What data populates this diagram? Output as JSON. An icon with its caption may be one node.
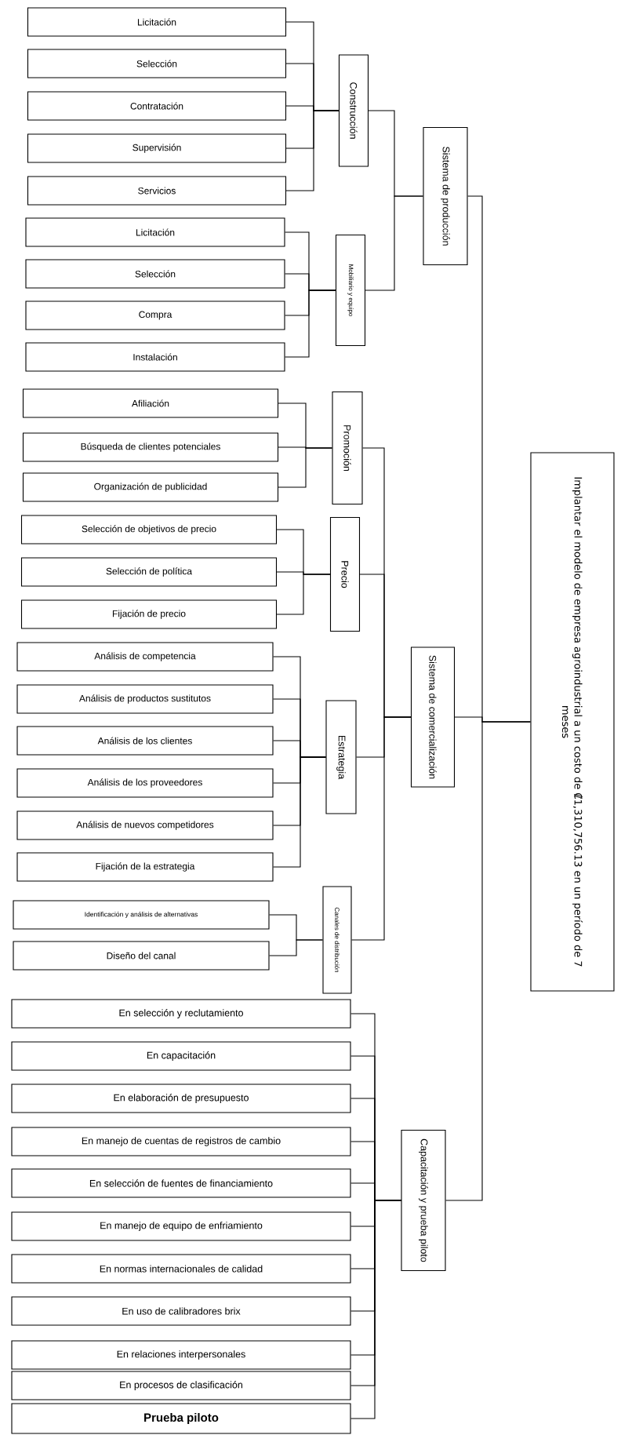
{
  "diagram": {
    "nodes": [
      {
        "text": [
          "Implantar el modelo de empresa agroindustrial a un costo de ₡1,310,756.13 en un período de 7 meses"
        ]
      },
      {
        "text": [
          "Sistema de producción"
        ]
      },
      {
        "text": [
          "Construcción"
        ]
      },
      {
        "text": [
          "Licitación"
        ]
      },
      {
        "text": [
          "Selección"
        ]
      },
      {
        "text": [
          "Contratación"
        ]
      },
      {
        "text": [
          "Supervisión"
        ]
      },
      {
        "text": [
          "Servicios"
        ]
      },
      {
        "text": [
          "Mobiliario y equipo"
        ]
      },
      {
        "text": [
          "Licitación"
        ]
      },
      {
        "text": [
          "Selección"
        ]
      },
      {
        "text": [
          "Compra"
        ]
      },
      {
        "text": [
          "Instalación"
        ]
      },
      {
        "text": [
          "Sistema de comercialización"
        ]
      },
      {
        "text": [
          "Promoción"
        ]
      },
      {
        "text": [
          "Afiliación"
        ]
      },
      {
        "text": [
          "Búsqueda de clientes potenciales"
        ]
      },
      {
        "text": [
          "Organización de publicidad"
        ]
      },
      {
        "text": [
          "Precio"
        ]
      },
      {
        "text": [
          "Selección de objetivos de precio"
        ]
      },
      {
        "text": [
          "Selección de política"
        ]
      },
      {
        "text": [
          "Fijación de precio"
        ]
      },
      {
        "text": [
          "Estrategia"
        ]
      },
      {
        "text": [
          "Análisis de competencia"
        ]
      },
      {
        "text": [
          "Análisis de productos sustitutos"
        ]
      },
      {
        "text": [
          "Análisis de los clientes"
        ]
      },
      {
        "text": [
          "Análisis de los proveedores"
        ]
      },
      {
        "text": [
          "Análisis de nuevos competidores"
        ]
      },
      {
        "text": [
          "Fijación de la estrategia"
        ]
      },
      {
        "text": [
          "Canales de distribución"
        ]
      },
      {
        "text": [
          "Identificación y análisis de alternativas"
        ]
      },
      {
        "text": [
          "Diseño del canal"
        ]
      },
      {
        "text": [
          "Capacitación y prueba piloto"
        ]
      },
      {
        "text": [
          "En selección y reclutamiento"
        ]
      },
      {
        "text": [
          "En capacitación"
        ]
      },
      {
        "text": [
          "En elaboración de presupuesto"
        ]
      },
      {
        "text": [
          "En manejo de cuentas de registros de cambio"
        ]
      },
      {
        "text": [
          "En selección de fuentes de financiamiento"
        ]
      },
      {
        "text": [
          "En manejo de equipo de enfriamiento"
        ]
      },
      {
        "text": [
          "En normas internacionales de calidad"
        ]
      },
      {
        "text": [
          "En uso de calibradores brix"
        ]
      },
      {
        "text": [
          "En relaciones interpersonales"
        ]
      },
      {
        "text": [
          "En procesos de clasificación"
        ]
      },
      {
        "text": [
          "Prueba piloto"
        ]
      }
    ],
    "edges": [
      {
        "from": 0,
        "to": 1,
        "arrow": "none"
      },
      {
        "from": 0,
        "to": 13,
        "arrow": "none"
      },
      {
        "from": 0,
        "to": 32,
        "arrow": "none"
      },
      {
        "from": 1,
        "to": 2,
        "arrow": "none"
      },
      {
        "from": 1,
        "to": 8,
        "arrow": "none"
      },
      {
        "from": 2,
        "to": 3,
        "arrow": "none"
      },
      {
        "from": 2,
        "to": 4,
        "arrow": "none"
      },
      {
        "from": 2,
        "to": 5,
        "arrow": "none"
      },
      {
        "from": 2,
        "to": 6,
        "arrow": "none"
      },
      {
        "from": 2,
        "to": 7,
        "arrow": "none"
      },
      {
        "from": 8,
        "to": 9,
        "arrow": "none"
      },
      {
        "from": 8,
        "to": 10,
        "arrow": "none"
      },
      {
        "from": 8,
        "to": 11,
        "arrow": "none"
      },
      {
        "from": 8,
        "to": 12,
        "arrow": "none"
      },
      {
        "from": 13,
        "to": 14,
        "arrow": "none"
      },
      {
        "from": 13,
        "to": 18,
        "arrow": "none"
      },
      {
        "from": 13,
        "to": 22,
        "arrow": "none"
      },
      {
        "from": 13,
        "to": 29,
        "arrow": "none"
      },
      {
        "from": 14,
        "to": 15,
        "arrow": "none"
      },
      {
        "from": 14,
        "to": 16,
        "arrow": "none"
      },
      {
        "from": 14,
        "to": 17,
        "arrow": "none"
      },
      {
        "from": 18,
        "to": 19,
        "arrow": "none"
      },
      {
        "from": 18,
        "to": 20,
        "arrow": "none"
      },
      {
        "from": 18,
        "to": 21,
        "arrow": "none"
      },
      {
        "from": 22,
        "to": 23,
        "arrow": "none"
      },
      {
        "from": 22,
        "to": 24,
        "arrow": "none"
      },
      {
        "from": 22,
        "to": 25,
        "arrow": "none"
      },
      {
        "from": 22,
        "to": 26,
        "arrow": "none"
      },
      {
        "from": 22,
        "to": 27,
        "arrow": "none"
      },
      {
        "from": 22,
        "to": 28,
        "arrow": "none"
      },
      {
        "from": 29,
        "to": 30,
        "arrow": "none"
      },
      {
        "from": 29,
        "to": 31,
        "arrow": "none"
      },
      {
        "from": 32,
        "to": 33,
        "arrow": "none"
      },
      {
        "from": 32,
        "to": 34,
        "arrow": "none"
      },
      {
        "from": 32,
        "to": 35,
        "arrow": "none"
      },
      {
        "from": 32,
        "to": 36,
        "arrow": "none"
      },
      {
        "from": 32,
        "to": 37,
        "arrow": "none"
      },
      {
        "from": 32,
        "to": 38,
        "arrow": "none"
      },
      {
        "from": 32,
        "to": 39,
        "arrow": "none"
      },
      {
        "from": 32,
        "to": 40,
        "arrow": "none"
      },
      {
        "from": 32,
        "to": 41,
        "arrow": "none"
      },
      {
        "from": 32,
        "to": 42,
        "arrow": "none"
      },
      {
        "from": 32,
        "to": 43,
        "arrow": "none"
      }
    ]
  }
}
